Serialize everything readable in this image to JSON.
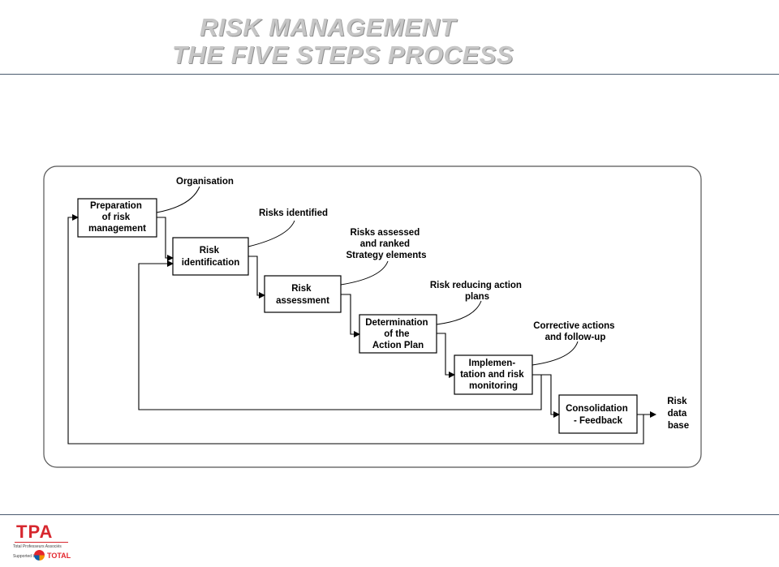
{
  "title": {
    "line1": "RISK MANAGEMENT",
    "line2": "THE FIVE STEPS PROCESS"
  },
  "boxes": [
    {
      "id": "preparation",
      "lines": [
        "Preparation",
        "of risk",
        "management"
      ]
    },
    {
      "id": "identification",
      "lines": [
        "Risk",
        "identification"
      ]
    },
    {
      "id": "assessment",
      "lines": [
        "Risk",
        "assessment"
      ]
    },
    {
      "id": "action-plan",
      "lines": [
        "Determination",
        "of the",
        "Action Plan"
      ]
    },
    {
      "id": "implementation",
      "lines": [
        "Implemen-",
        "tation and risk",
        "monitoring"
      ]
    },
    {
      "id": "consolidation",
      "lines": [
        "Consolidation",
        "- Feedback"
      ]
    }
  ],
  "notes": [
    {
      "id": "organisation",
      "lines": [
        "Organisation"
      ]
    },
    {
      "id": "risks-identified",
      "lines": [
        "Risks identified"
      ]
    },
    {
      "id": "risks-assessed",
      "lines": [
        "Risks assessed",
        "and ranked",
        "Strategy elements"
      ]
    },
    {
      "id": "risk-reducing",
      "lines": [
        "Risk reducing action",
        "plans"
      ]
    },
    {
      "id": "corrective",
      "lines": [
        "Corrective actions",
        "and follow-up"
      ]
    }
  ],
  "output": {
    "lines": [
      "Risk",
      "data",
      "base"
    ]
  },
  "footer": {
    "logo_text": "TPA",
    "logo_subtitle": "Total Professeurs Associés",
    "supported_by": "Supported by",
    "total_text": "TOTAL"
  },
  "colors": {
    "title": "#c6c6c6",
    "rule": "#4a5a6e",
    "logo_red": "#d7282f"
  }
}
